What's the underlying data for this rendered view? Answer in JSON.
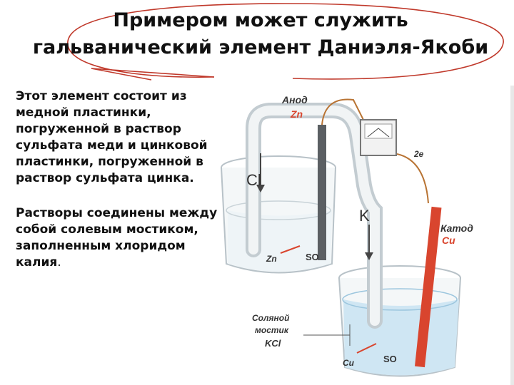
{
  "title": "Примером может служить гальванический элемент Даниэля-Якоби",
  "paragraph1": "Этот элемент состоит из медной пластинки, погруженной в раствор сульфата меди и цинковой пластинки, погруженной в раствор сульфата цинка.",
  "paragraph2": "Растворы соединены между собой солевым мостиком, заполненным хлоридом калия",
  "paragraph2_end": ".",
  "diagram": {
    "anode_label": "Анод",
    "anode_metal": "Zn",
    "cathode_label": "Катод",
    "cathode_metal": "Cu",
    "electron_label": "2e",
    "cl_label": "Cl",
    "k_label": "K",
    "zn_ion": "Zn",
    "so4_label": "SO",
    "cu_ion": "Cu",
    "bridge_line1": "Соляной",
    "bridge_line2": "мостик",
    "bridge_line3": "KCl"
  },
  "colors": {
    "zinc": "#5b5f63",
    "copper": "#d9452e",
    "solution": "#cfe6f3",
    "bubble_outline": "#c0392b"
  }
}
